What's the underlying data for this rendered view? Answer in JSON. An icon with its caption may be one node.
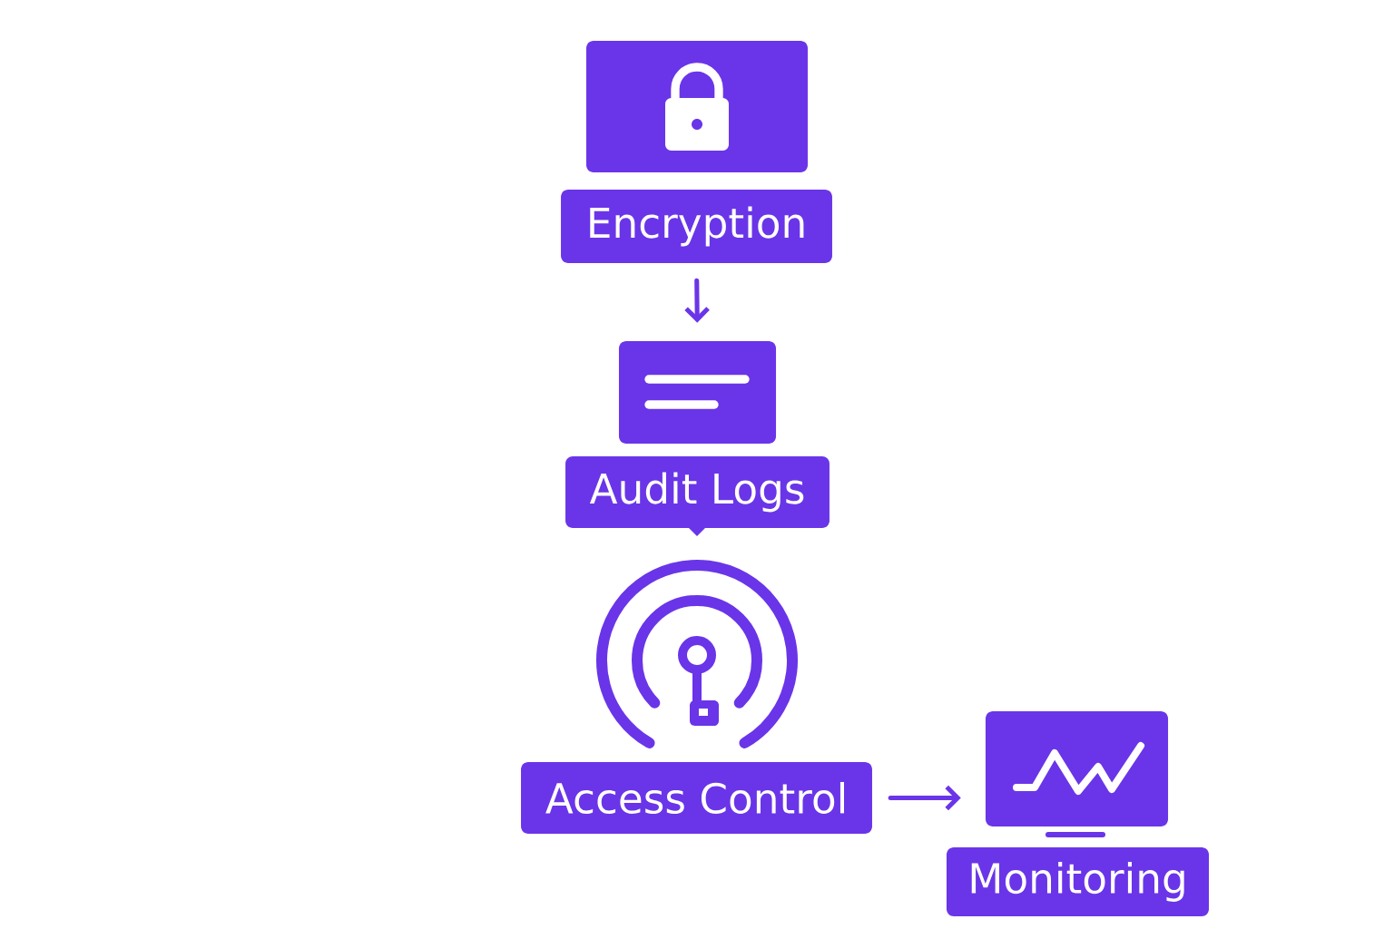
{
  "diagram": {
    "nodes": [
      {
        "text": [],
        "shape": "box"
      },
      {
        "text": [
          "Encryption"
        ]
      },
      {
        "text": [],
        "shape": "box"
      },
      {
        "text": [
          "Audit Logs"
        ]
      },
      {
        "text": [
          "Access Control"
        ]
      },
      {
        "text": [],
        "shape": "box"
      },
      {
        "text": [
          "Monitoring"
        ]
      }
    ],
    "edges": [
      {
        "from": 1,
        "to": 2,
        "arrow": "to"
      },
      {
        "from": 4,
        "to": 5,
        "arrow": "to"
      }
    ]
  }
}
